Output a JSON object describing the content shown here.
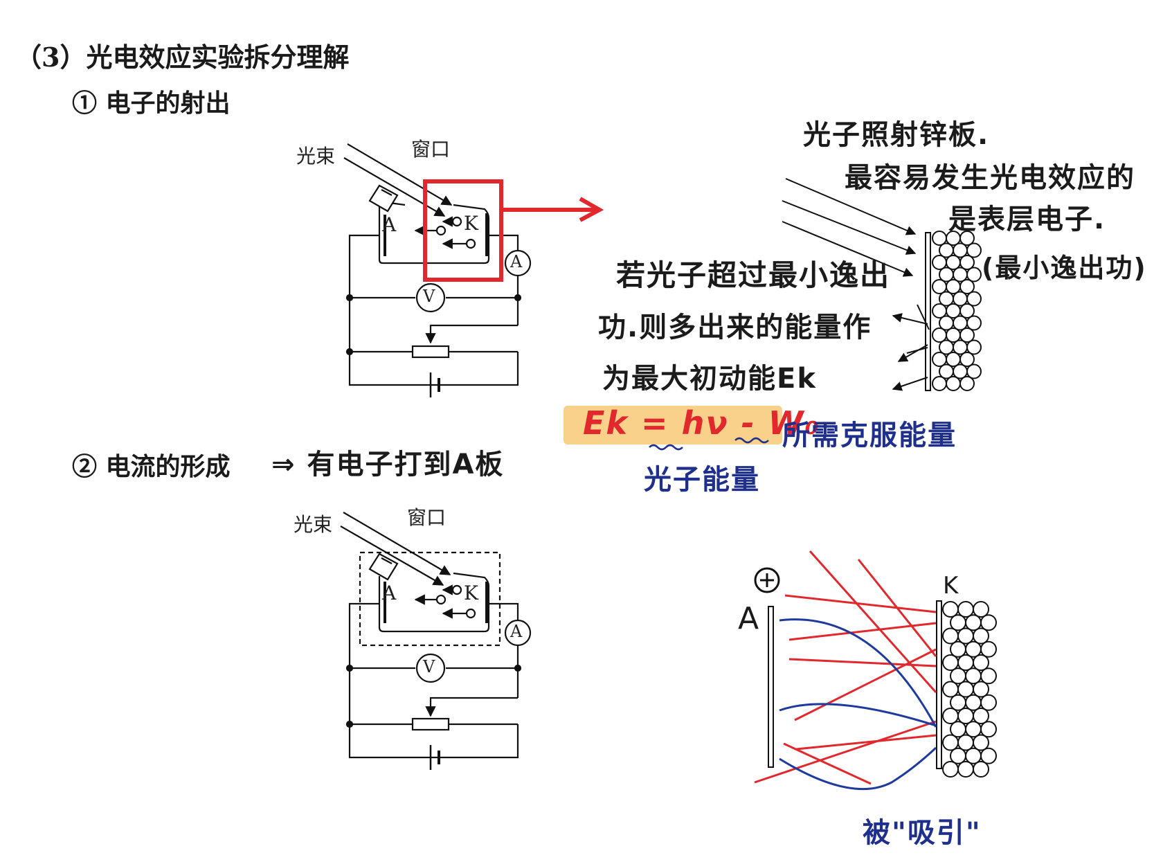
{
  "section_title": "（3）光电效应实验拆分理解",
  "sub1": "① 电子的射出",
  "sub2": "② 电流的形成",
  "sub2_hand": "⇒ 有电子打到A板",
  "diagram_labels": {
    "beam": "光束",
    "window": "窗口",
    "plate_a": "A",
    "plate_k": "K",
    "ammeter": "A",
    "voltmeter": "V"
  },
  "notes": {
    "note1": [
      "光子照射锌板.",
      "最容易发生光电效应的",
      "是表层电子."
    ],
    "work_function": "(最小逸出功)",
    "note2": [
      "若光子超过最小逸出",
      "功.则多出来的能量作",
      "为最大初动能Ek"
    ],
    "formula": "Ek = hν - W₀",
    "photon_energy": "光子能量",
    "overcome_energy": "所需克服能量"
  },
  "lower_diagram": {
    "plus": "+",
    "plate_a": "A",
    "plate_k": "K",
    "attracted": "被\"吸引\""
  },
  "colors": {
    "red": "#e0282d",
    "blue": "#1e3a9c",
    "highlight": "#f8c977"
  }
}
